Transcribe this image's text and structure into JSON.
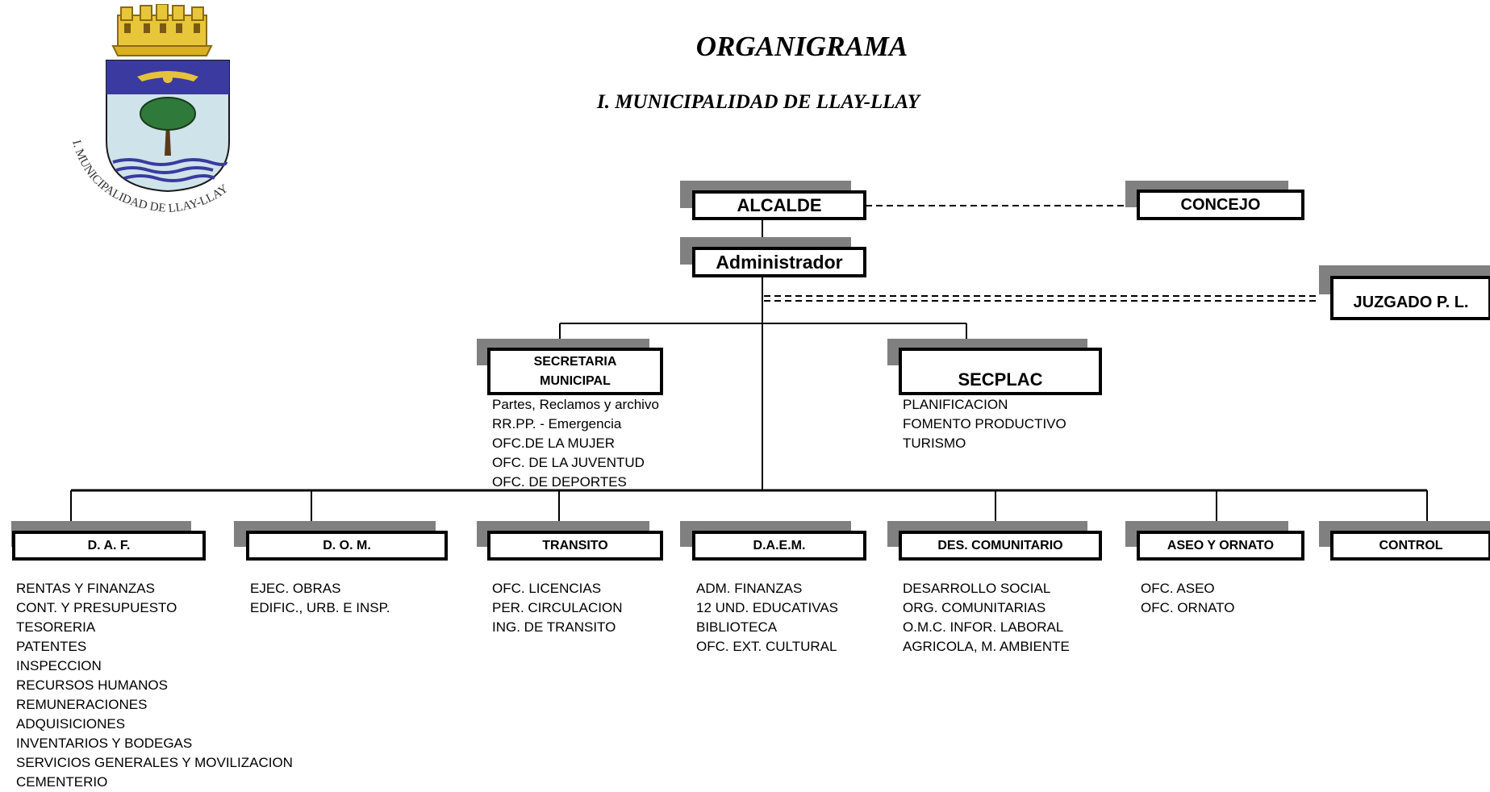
{
  "header": {
    "title": "ORGANIGRAMA",
    "subtitle": "I. MUNICIPALIDAD  DE LLAY-LLAY"
  },
  "logo": {
    "seal_text": "I. MUNICIPALIDAD DE LLAY-LLAY"
  },
  "top": {
    "alcalde": "ALCALDE",
    "concejo": "CONCEJO",
    "administrador": "Administrador",
    "juzgado": "JUZGADO P. L."
  },
  "staff": {
    "secretaria": {
      "line1": "SECRETARIA",
      "line2": "MUNICIPAL",
      "items": [
        "Partes, Reclamos y archivo",
        "RR.PP. -  Emergencia",
        "OFC.DE LA MUJER",
        "OFC. DE LA JUVENTUD",
        "OFC. DE DEPORTES"
      ]
    },
    "secplac": {
      "label": "SECPLAC",
      "items": [
        "PLANIFICACION",
        "FOMENTO PRODUCTIVO",
        "TURISMO"
      ]
    }
  },
  "departments": [
    {
      "label": "D. A. F.",
      "items": [
        "RENTAS Y FINANZAS",
        "CONT. Y PRESUPUESTO",
        "TESORERIA",
        "PATENTES",
        "INSPECCION",
        "RECURSOS HUMANOS",
        "REMUNERACIONES",
        "ADQUISICIONES",
        "INVENTARIOS Y BODEGAS",
        "SERVICIOS GENERALES Y MOVILIZACION",
        "CEMENTERIO"
      ]
    },
    {
      "label": "D. O. M.",
      "items": [
        "EJEC. OBRAS",
        "EDIFIC.,  URB. E INSP."
      ]
    },
    {
      "label": "TRANSITO",
      "items": [
        "OFC. LICENCIAS",
        "PER. CIRCULACION",
        "ING. DE TRANSITO"
      ]
    },
    {
      "label": "D.A.E.M.",
      "items": [
        "ADM. FINANZAS",
        "12 UND. EDUCATIVAS",
        "BIBLIOTECA",
        "OFC. EXT. CULTURAL"
      ]
    },
    {
      "label": "DES. COMUNITARIO",
      "items": [
        "DESARROLLO SOCIAL",
        "ORG. COMUNITARIAS",
        "O.M.C. INFOR.  LABORAL",
        "AGRICOLA, M. AMBIENTE"
      ]
    },
    {
      "label": "ASEO Y ORNATO",
      "items": [
        "OFC. ASEO",
        "OFC. ORNATO"
      ]
    },
    {
      "label": "CONTROL",
      "items": []
    }
  ]
}
